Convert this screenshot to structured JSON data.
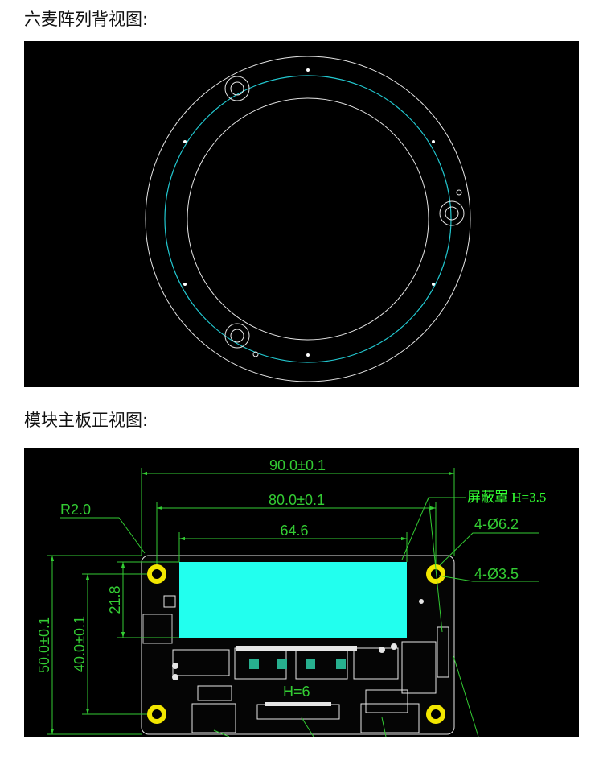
{
  "headings": {
    "mic_array": "六麦阵列背视图:",
    "main_board": "模块主板正视图:"
  },
  "dimensions": {
    "width_outer": "90.0±0.1",
    "width_hole": "80.0±0.1",
    "width_screen": "64.6",
    "height_outer": "50.0±0.1",
    "height_hole": "40.0±0.1",
    "screen_height": "21.8",
    "corner_radius": "R2.0",
    "hole_outer": "4-Ø6.2",
    "hole_inner": "4-Ø3.5",
    "shield_height": "H=6"
  },
  "notes": {
    "shield_cover": "屏蔽罩 H=3.5"
  },
  "colors": {
    "background": "#000000",
    "outline": "#e6e6e6",
    "pcb_ring": "#22c8d0",
    "screen": "#22ffee",
    "dimension": "#33cc33",
    "pad": "#f2e600"
  }
}
